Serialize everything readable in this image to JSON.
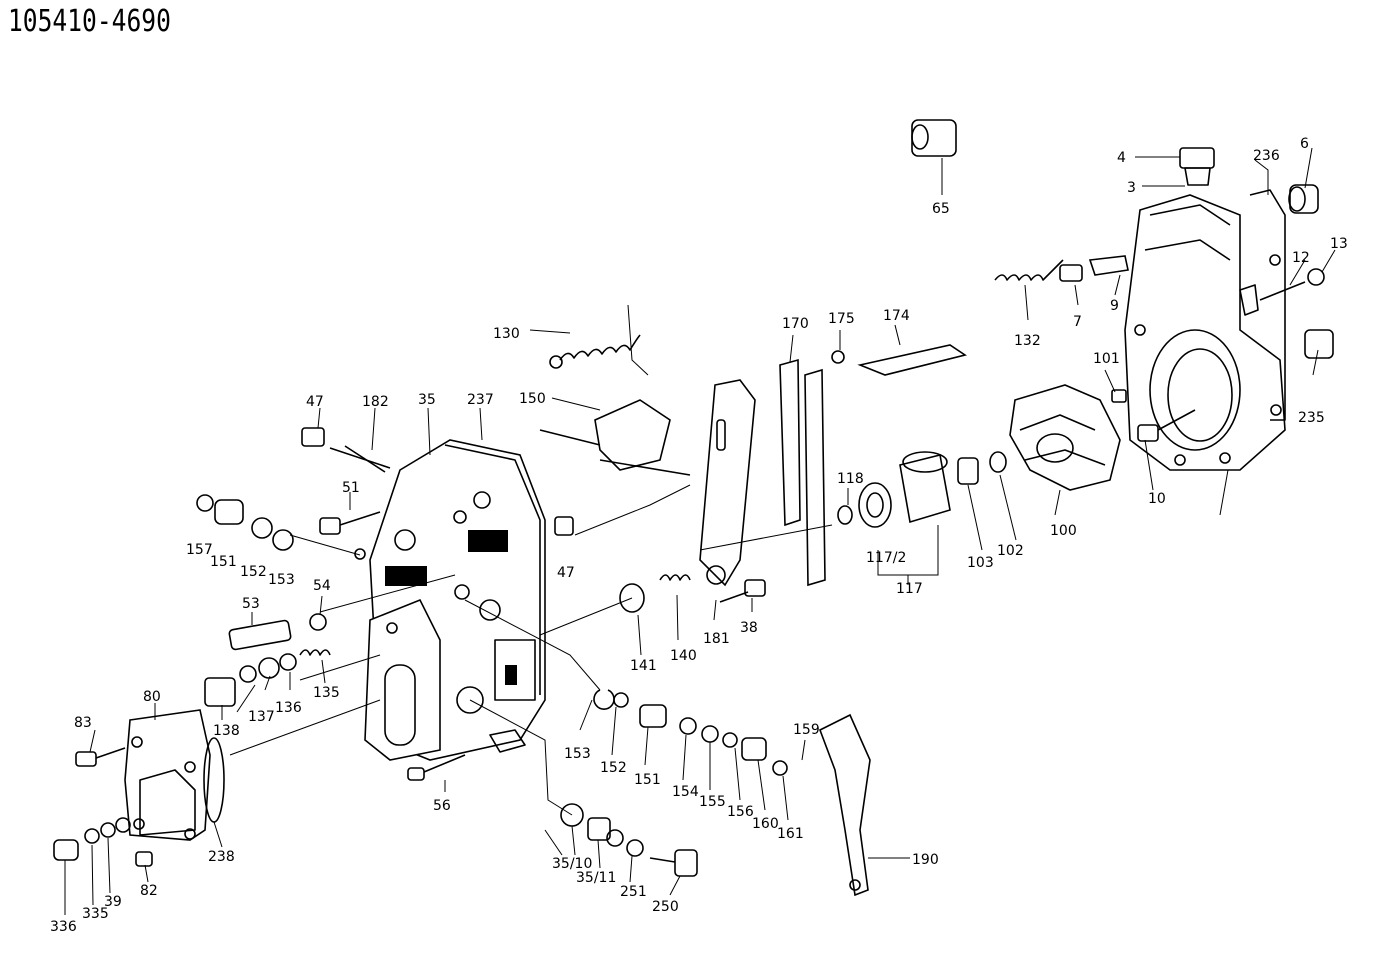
{
  "drawing_number": "105410-4690",
  "callouts": [
    "3",
    "4",
    "6",
    "7",
    "9",
    "10",
    "12",
    "13",
    "35",
    "38",
    "39",
    "47",
    "47",
    "51",
    "53",
    "54",
    "56",
    "65",
    "80",
    "82",
    "83",
    "100",
    "101",
    "102",
    "103",
    "117",
    "117/2",
    "118",
    "130",
    "132",
    "135",
    "136",
    "137",
    "138",
    "140",
    "141",
    "150",
    "151",
    "151",
    "152",
    "152",
    "153",
    "153",
    "154",
    "155",
    "156",
    "157",
    "159",
    "160",
    "161",
    "170",
    "174",
    "175",
    "181",
    "182",
    "190",
    "235",
    "236",
    "237",
    "238",
    "250",
    "251",
    "335",
    "336",
    "35/10",
    "35/11"
  ]
}
